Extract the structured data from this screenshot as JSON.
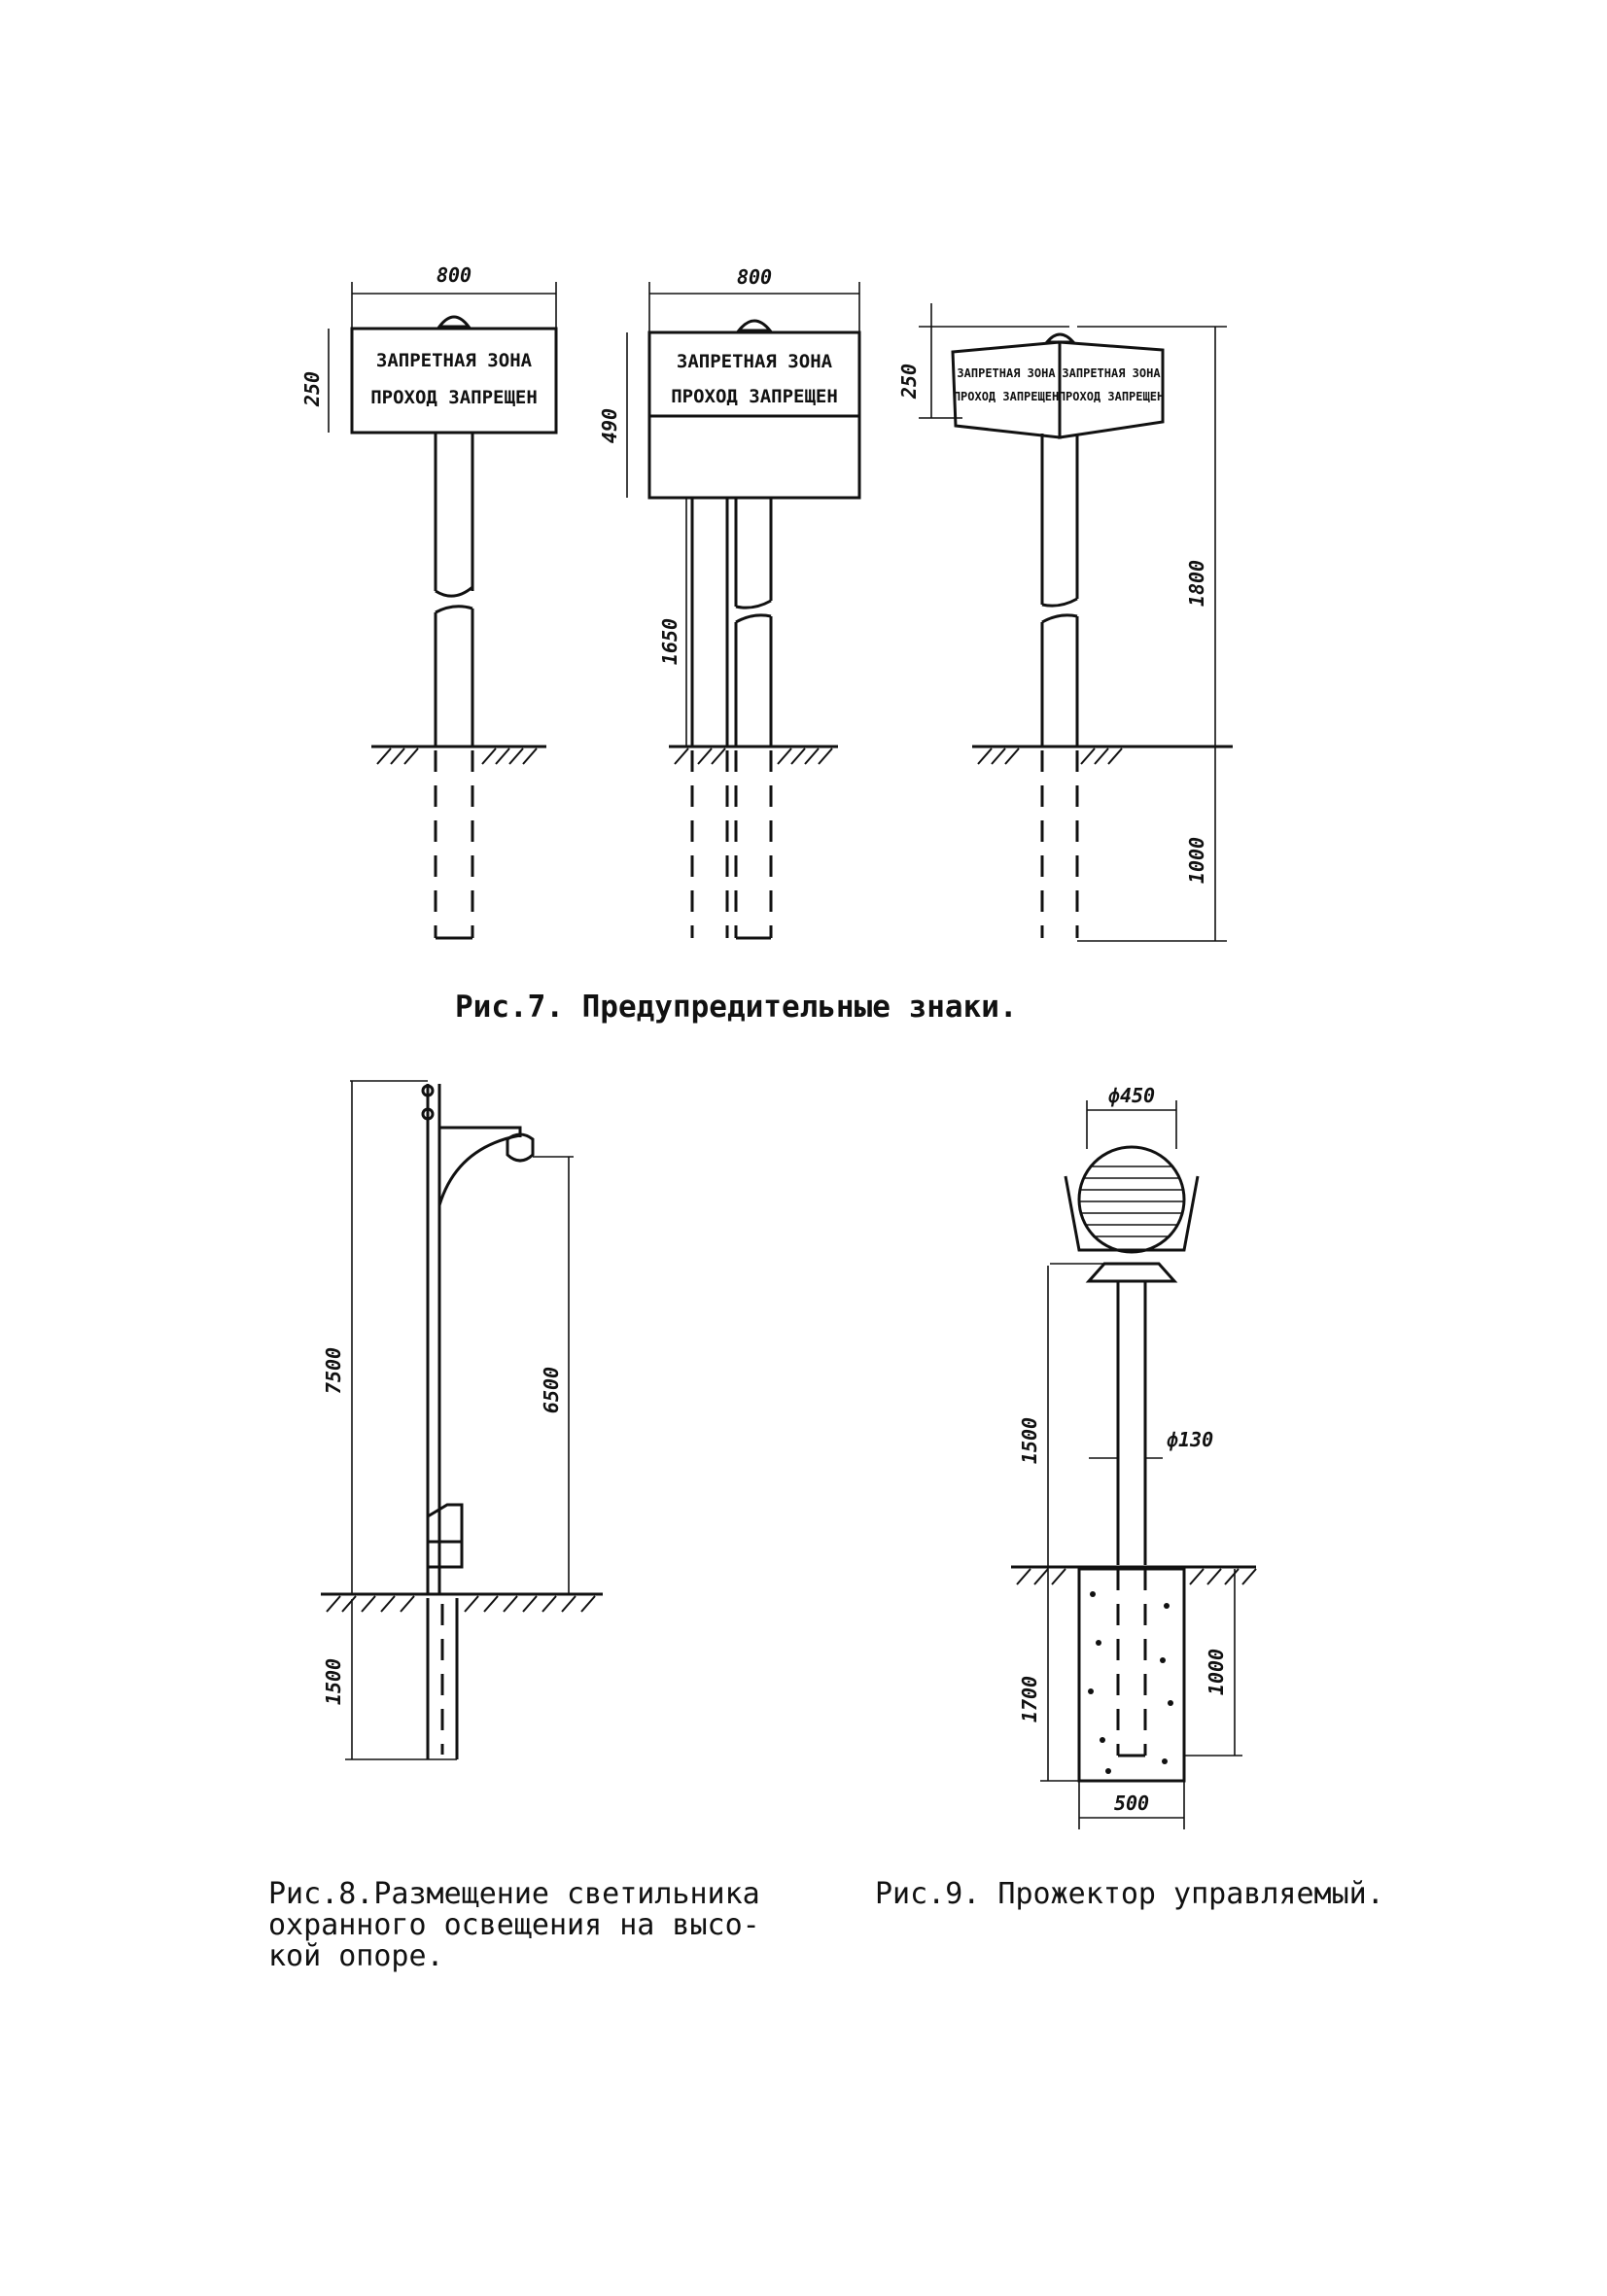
{
  "fig7": {
    "caption": "Рис.7. Предупредительные знаки.",
    "sign1": {
      "line1": "ЗАПРЕТНАЯ ЗОНА",
      "line2": "ПРОХОД ЗАПРЕЩЕН",
      "dim_width": "800",
      "dim_height": "250"
    },
    "sign2": {
      "line1": "ЗАПРЕТНАЯ ЗОНА",
      "line2": "ПРОХОД ЗАПРЕЩЕН",
      "dim_width": "800",
      "dim_height": "490",
      "dim_post": "1650"
    },
    "sign3": {
      "left_line1": "ЗАПРЕТНАЯ ЗОНА",
      "left_line2": "ПРОХОД ЗАПРЕЩЕН",
      "right_line1": "ЗАПРЕТНАЯ ЗОНА",
      "right_line2": "ПРОХОД ЗАПРЕЩЕН",
      "dim_top": "250",
      "dim_post": "1800",
      "dim_below": "1000"
    }
  },
  "fig8": {
    "caption_line1": "Рис.8.Размещение светильника",
    "caption_line2": "охранного освещения на высо-",
    "caption_line3": "кой опоре.",
    "dim_total": "7500",
    "dim_lamp": "6500",
    "dim_below": "1500"
  },
  "fig9": {
    "caption": "Рис.9. Прожектор управляемый.",
    "dim_head": "ф450",
    "dim_pipe": "ф130",
    "dim_height": "1500",
    "dim_depth_total": "1700",
    "dim_depth_pipe": "1000",
    "dim_base": "500"
  }
}
